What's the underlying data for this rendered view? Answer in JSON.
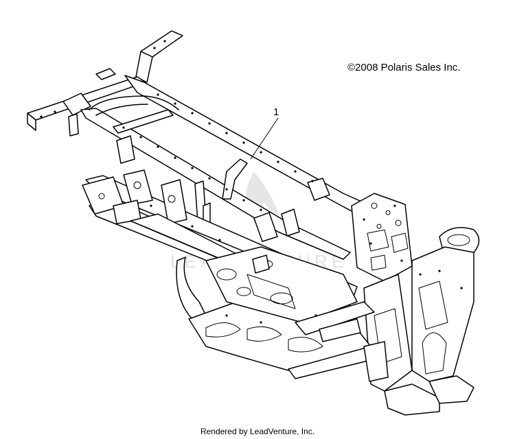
{
  "copyright": "©2008 Polaris Sales Inc.",
  "callout": {
    "number": "1"
  },
  "footer": "Rendered by LeadVenture, Inc.",
  "watermark": {
    "text": "LEADVENTURE"
  }
}
